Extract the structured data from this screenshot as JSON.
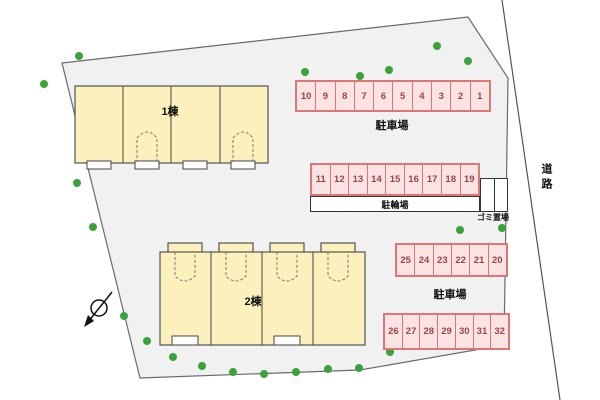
{
  "site_plan": {
    "buildings": [
      {
        "label": "1棟"
      },
      {
        "label": "2棟"
      }
    ],
    "areas": {
      "parking_top_label": "駐車場",
      "parking_bottom_label": "駐車場",
      "bicycle_label": "駐輪場",
      "garbage_label": "ゴミ置場",
      "road_label": "道路"
    },
    "parking_numbers": {
      "top_row": [
        "10",
        "9",
        "8",
        "7",
        "6",
        "5",
        "4",
        "3",
        "2",
        "1"
      ],
      "middle_row": [
        "11",
        "12",
        "13",
        "14",
        "15",
        "16",
        "17",
        "18",
        "19"
      ],
      "right_upper_row": [
        "25",
        "24",
        "23",
        "22",
        "21",
        "20"
      ],
      "right_lower_row": [
        "26",
        "27",
        "28",
        "29",
        "30",
        "31",
        "32"
      ]
    }
  },
  "colors": {
    "stall_fill": "#fbe3e3",
    "stall_border": "#dd7777",
    "stall_text": "#9c4444",
    "building_fill": "#fcf1bd",
    "tree": "#3aa23a",
    "site_fill": "#f1f1f1"
  }
}
